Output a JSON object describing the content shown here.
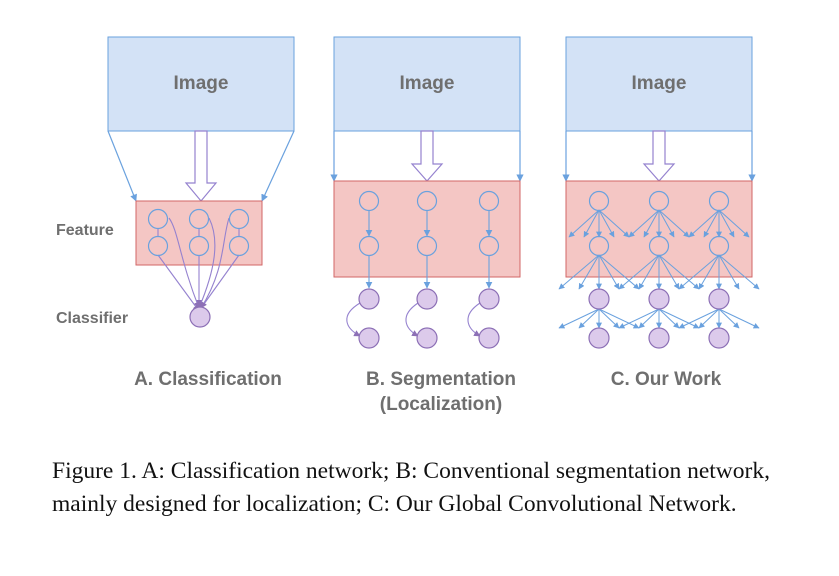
{
  "panels": [
    {
      "image_label": "Image",
      "title_lines": [
        "A. Classification"
      ]
    },
    {
      "image_label": "Image",
      "title_lines": [
        "B. Segmentation",
        "(Localization)"
      ]
    },
    {
      "image_label": "Image",
      "title_lines": [
        "C. Our Work"
      ]
    }
  ],
  "side_labels": {
    "feature": "Feature",
    "classifier": "Classifier"
  },
  "caption": "Figure 1. A: Classification network; B: Conventional segmentation network, mainly designed for localization; C: Our Global Convolutional Network.",
  "colors": {
    "image_fill": "#d3e2f6",
    "image_stroke": "#6aa1de",
    "feature_fill": "#f4c6c4",
    "feature_stroke": "#d26666",
    "node_stroke": "#6aa1de",
    "classifier_fill": "#dccaeb",
    "classifier_stroke": "#8d70b6",
    "arrow_blue": "#6aa1de",
    "arrow_purple": "#9582cf"
  }
}
